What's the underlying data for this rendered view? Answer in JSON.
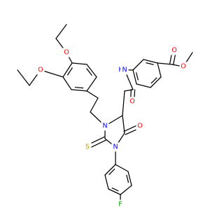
{
  "molecule": {
    "atom_labels": {
      "O_ether_top": "O",
      "O_ether_left": "O",
      "O_ester_carbonyl": "O",
      "O_ester_single": "O",
      "NH_amide": "H",
      "N_amide": "N",
      "O_amide": "O",
      "N_ring_top": "N",
      "O_ring": "O",
      "S_thione": "S",
      "N_ring_bottom": "N",
      "F_fluoro": "F"
    },
    "colors": {
      "bond": "#000000",
      "oxygen": "#ff0000",
      "nitrogen": "#0000ff",
      "sulfur": "#b5a000",
      "fluorine": "#00aa00"
    }
  }
}
